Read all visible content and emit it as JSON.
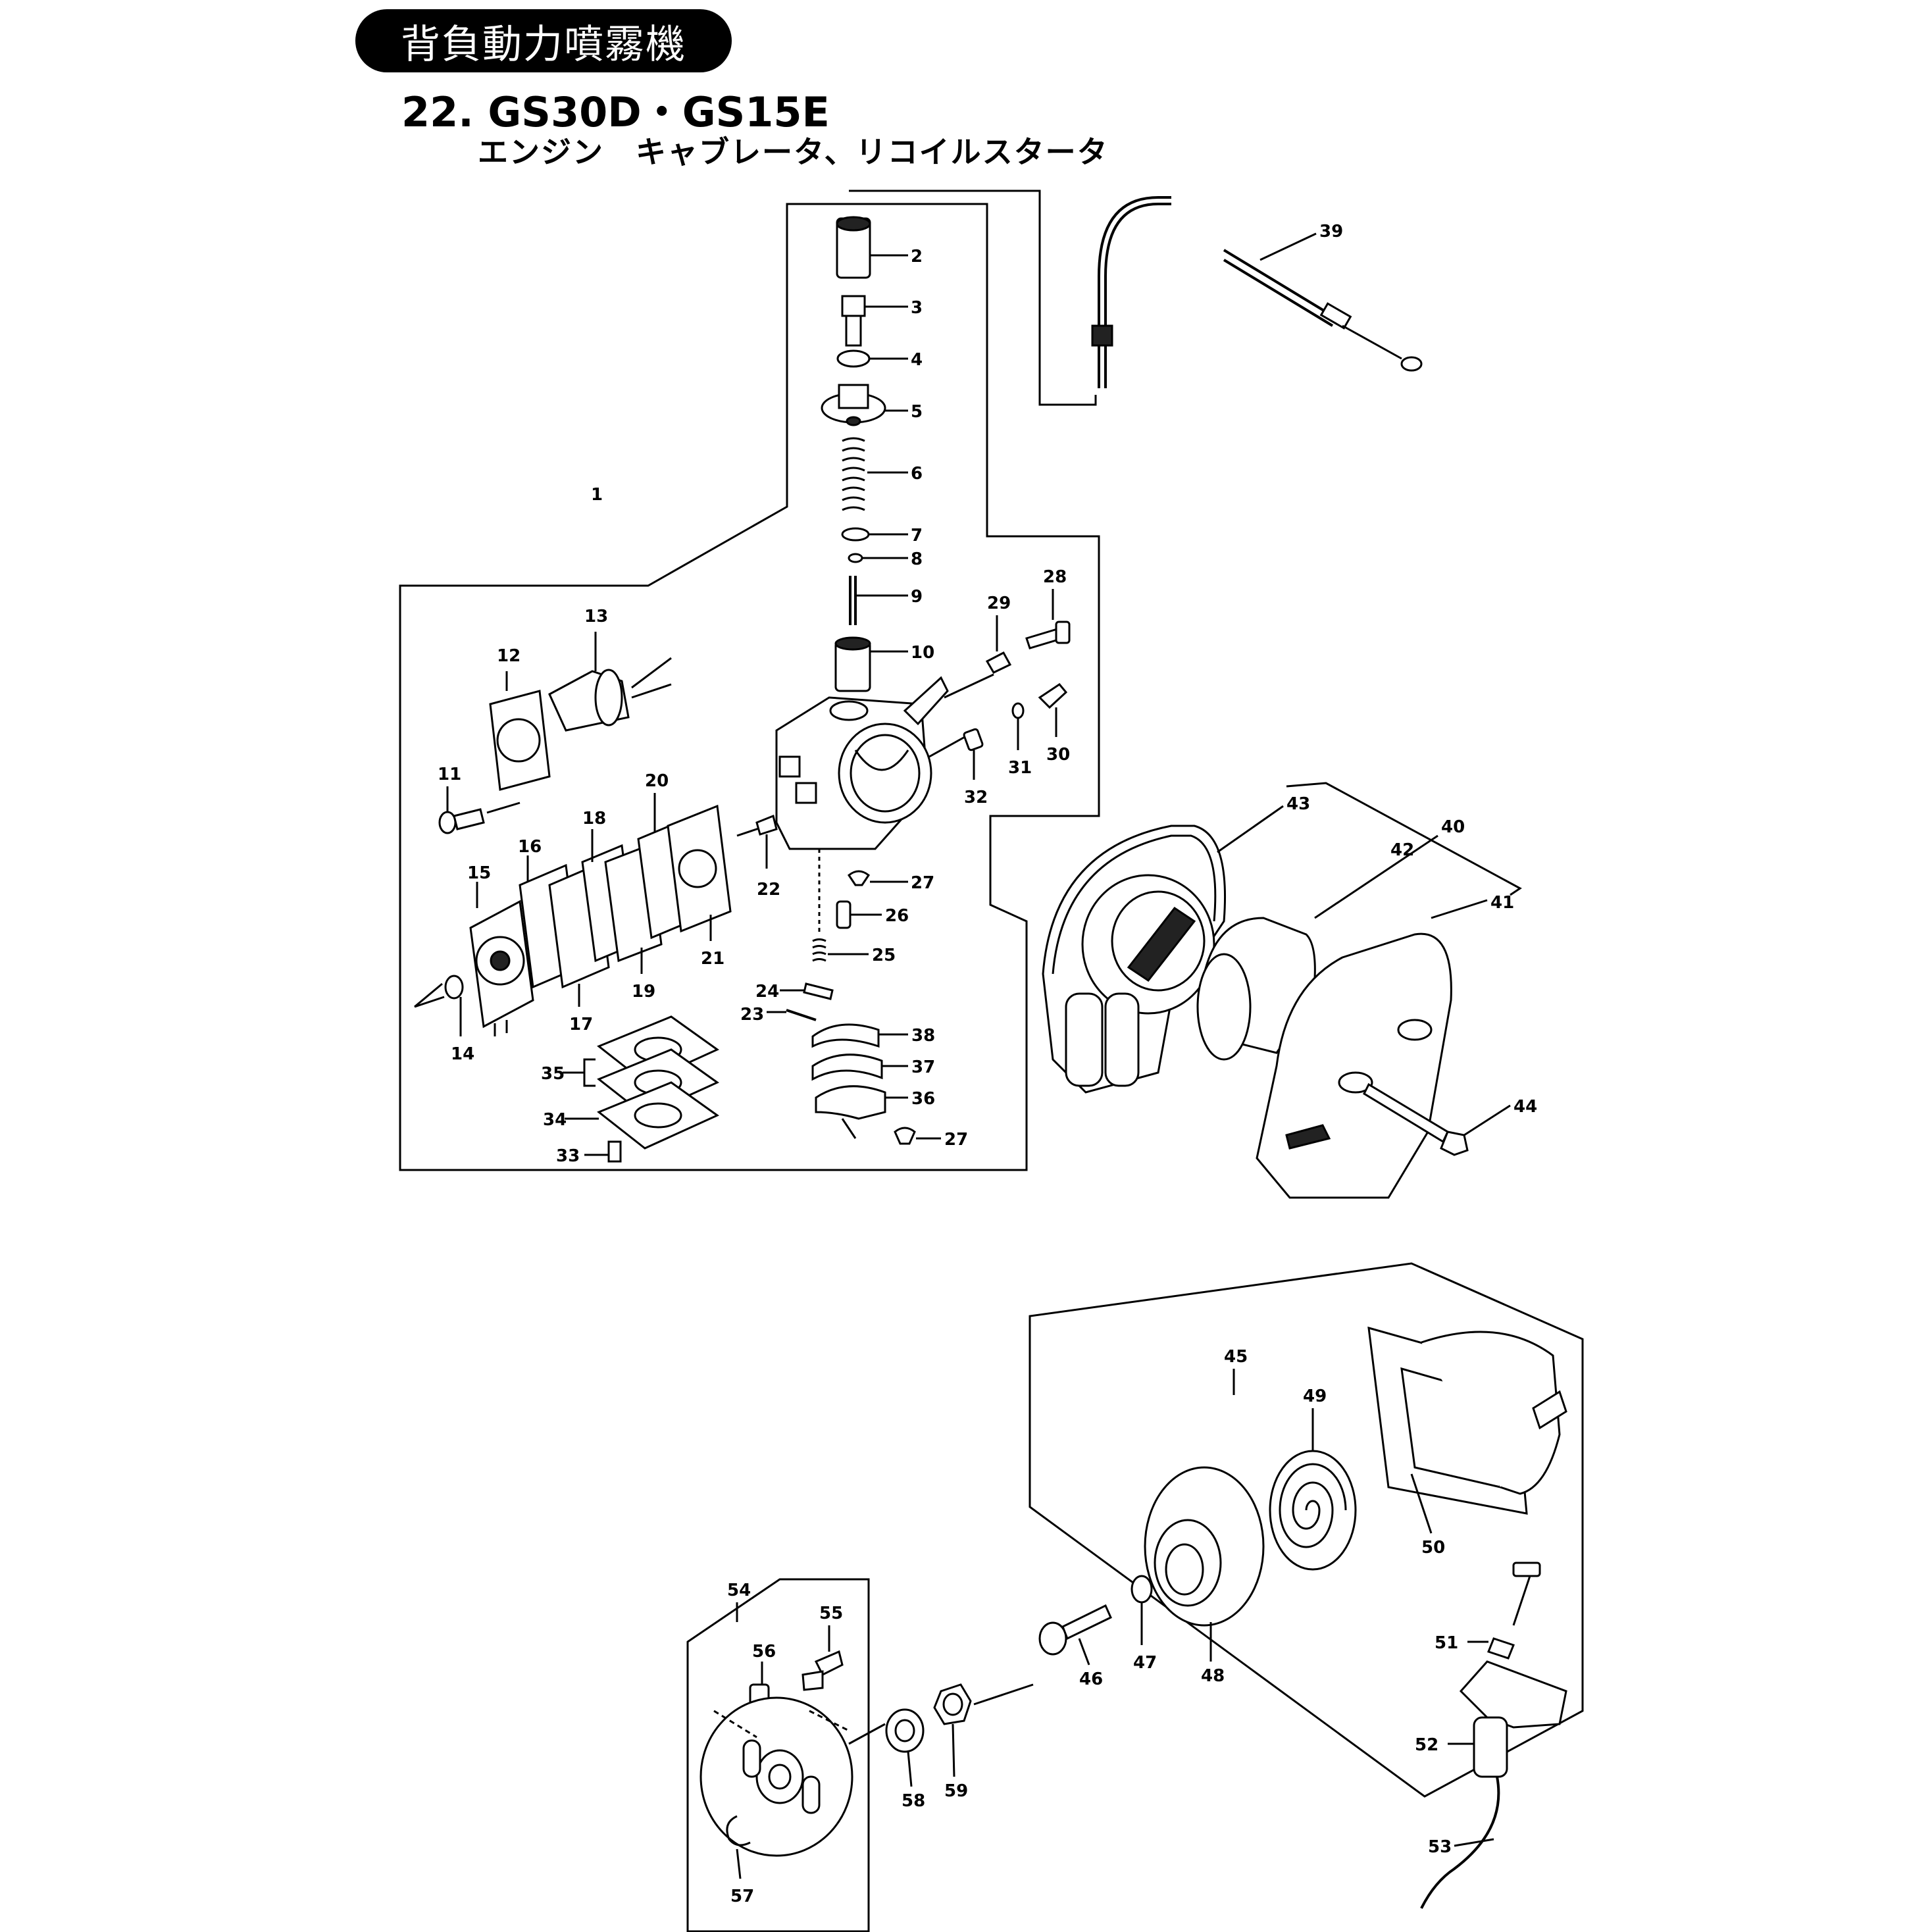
{
  "header": {
    "category": "背負動力噴霧機",
    "title": "22. GS30D・GS15E",
    "subtitle": "エンジン　キャブレータ、リコイルスタータ"
  },
  "labels": [
    {
      "id": "1",
      "text": "1"
    },
    {
      "id": "2",
      "text": "2"
    },
    {
      "id": "3",
      "text": "3"
    },
    {
      "id": "4",
      "text": "4"
    },
    {
      "id": "5",
      "text": "5"
    },
    {
      "id": "6",
      "text": "6"
    },
    {
      "id": "7",
      "text": "7"
    },
    {
      "id": "8",
      "text": "8"
    },
    {
      "id": "9",
      "text": "9"
    },
    {
      "id": "10",
      "text": "10"
    },
    {
      "id": "11",
      "text": "11"
    },
    {
      "id": "12",
      "text": "12"
    },
    {
      "id": "13",
      "text": "13"
    },
    {
      "id": "14",
      "text": "14"
    },
    {
      "id": "15",
      "text": "15"
    },
    {
      "id": "16",
      "text": "16"
    },
    {
      "id": "17",
      "text": "17"
    },
    {
      "id": "18",
      "text": "18"
    },
    {
      "id": "19",
      "text": "19"
    },
    {
      "id": "20",
      "text": "20"
    },
    {
      "id": "21",
      "text": "21"
    },
    {
      "id": "22",
      "text": "22"
    },
    {
      "id": "23",
      "text": "23"
    },
    {
      "id": "24",
      "text": "24"
    },
    {
      "id": "25",
      "text": "25"
    },
    {
      "id": "26",
      "text": "26"
    },
    {
      "id": "27a",
      "text": "27"
    },
    {
      "id": "27b",
      "text": "27"
    },
    {
      "id": "28",
      "text": "28"
    },
    {
      "id": "29",
      "text": "29"
    },
    {
      "id": "30",
      "text": "30"
    },
    {
      "id": "31",
      "text": "31"
    },
    {
      "id": "32",
      "text": "32"
    },
    {
      "id": "33",
      "text": "33"
    },
    {
      "id": "34",
      "text": "34"
    },
    {
      "id": "35",
      "text": "35"
    },
    {
      "id": "36",
      "text": "36"
    },
    {
      "id": "37",
      "text": "37"
    },
    {
      "id": "38",
      "text": "38"
    },
    {
      "id": "39",
      "text": "39"
    },
    {
      "id": "40",
      "text": "40"
    },
    {
      "id": "41",
      "text": "41"
    },
    {
      "id": "42",
      "text": "42"
    },
    {
      "id": "43",
      "text": "43"
    },
    {
      "id": "44",
      "text": "44"
    },
    {
      "id": "45",
      "text": "45"
    },
    {
      "id": "46",
      "text": "46"
    },
    {
      "id": "47",
      "text": "47"
    },
    {
      "id": "48",
      "text": "48"
    },
    {
      "id": "49",
      "text": "49"
    },
    {
      "id": "50",
      "text": "50"
    },
    {
      "id": "51",
      "text": "51"
    },
    {
      "id": "52",
      "text": "52"
    },
    {
      "id": "53",
      "text": "53"
    },
    {
      "id": "54",
      "text": "54"
    },
    {
      "id": "55",
      "text": "55"
    },
    {
      "id": "56",
      "text": "56"
    },
    {
      "id": "57",
      "text": "57"
    },
    {
      "id": "58",
      "text": "58"
    },
    {
      "id": "59",
      "text": "59"
    }
  ]
}
